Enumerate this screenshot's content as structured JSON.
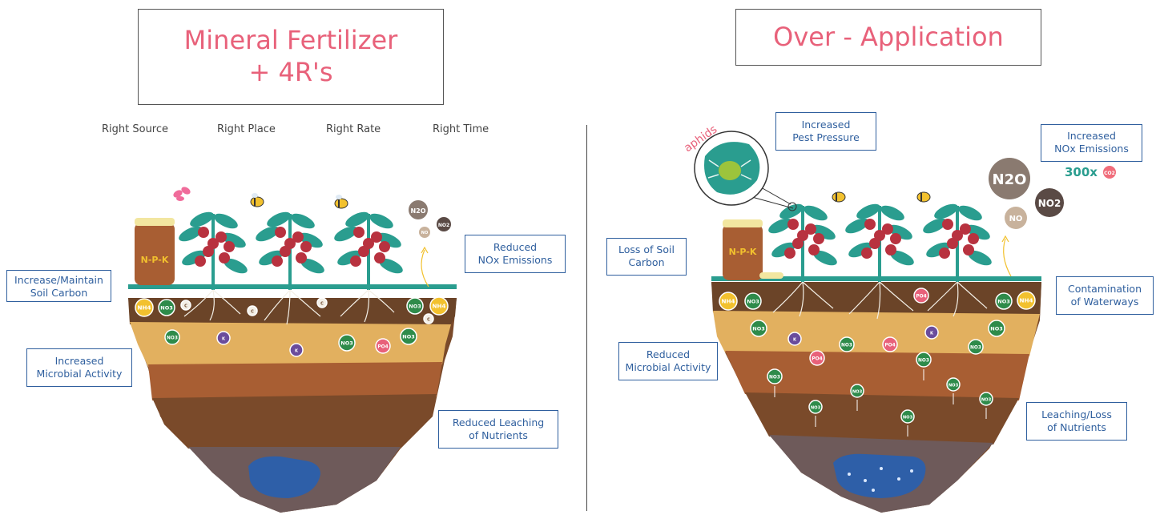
{
  "left": {
    "title_line1": "Mineral Fertilizer",
    "title_line2": "+ 4R's",
    "right_labels": [
      "Right Source",
      "Right Place",
      "Right Rate",
      "Right Time"
    ],
    "bag_label": "N-P-K",
    "boxes": {
      "soil_carbon": [
        "Increase/Maintain",
        "Soil Carbon"
      ],
      "microbial": [
        "Increased",
        "Microbial Activity"
      ],
      "nox": [
        "Reduced",
        "NOx Emissions"
      ],
      "leaching": [
        "Reduced Leaching",
        "of Nutrients"
      ]
    },
    "gases": {
      "n2o": "N2O",
      "no2": "NO2",
      "no": "NO"
    }
  },
  "right": {
    "title": "Over - Application",
    "bag_label": "N-P-K",
    "aphids_label": "aphids",
    "co2_factor": "300x",
    "co2_chip": "CO2",
    "boxes": {
      "pest": [
        "Increased",
        "Pest Pressure"
      ],
      "nox": [
        "Increased",
        "NOx Emissions"
      ],
      "soil_carbon": [
        "Loss of Soil",
        "Carbon"
      ],
      "waterways": [
        "Contamination",
        "of Waterways"
      ],
      "microbial": [
        "Reduced",
        "Microbial Activity"
      ],
      "leaching": [
        "Leaching/Loss",
        "of Nutrients"
      ]
    },
    "gases": {
      "n2o": "N2O",
      "no2": "NO2",
      "no": "NO"
    }
  },
  "chips": {
    "nh4": "NH4",
    "no3": "NO3",
    "k": "K",
    "po4": "PO4",
    "c": "C"
  },
  "colors": {
    "title": "#e8617a",
    "box_text": "#2f5f9e",
    "grass": "#2a9d8f",
    "nh4": "#f2c12e",
    "no3": "#2e8b4a",
    "k": "#6a4c9c",
    "po4": "#e8617a",
    "water": "#2e5fa8",
    "co2_text": "#2a9d8f"
  }
}
